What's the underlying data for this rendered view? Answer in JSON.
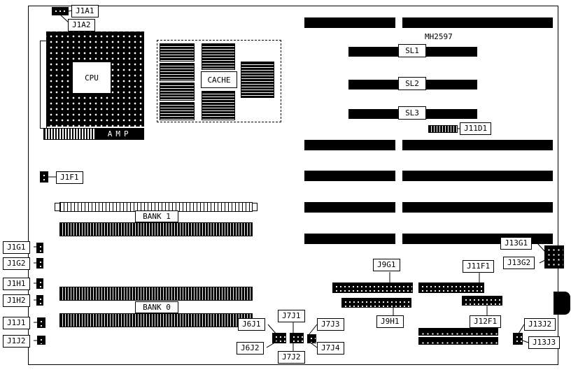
{
  "board": {
    "model": "MH2597",
    "cpu": "CPU",
    "cache": "CACHE",
    "amp": "AMP",
    "bank0": "BANK 0",
    "bank1": "BANK 1",
    "sl1": "SL1",
    "sl2": "SL2",
    "sl3": "SL3"
  },
  "connectors": {
    "j1a1": "J1A1",
    "j1a2": "J1A2",
    "j1f1": "J1F1",
    "j1g1": "J1G1",
    "j1g2": "J1G2",
    "j1h1": "J1H1",
    "j1h2": "J1H2",
    "j1j1": "J1J1",
    "j1j2": "J1J2",
    "j6j1": "J6J1",
    "j6j2": "J6J2",
    "j7j1": "J7J1",
    "j7j2": "J7J2",
    "j7j3": "J7J3",
    "j7j4": "J7J4",
    "j9g1": "J9G1",
    "j9h1": "J9H1",
    "j11d1": "J11D1",
    "j11f1": "J11F1",
    "j12f1": "J12F1",
    "j13g1": "J13G1",
    "j13g2": "J13G2",
    "j13j2": "J13J2",
    "j13j3": "J13J3"
  }
}
